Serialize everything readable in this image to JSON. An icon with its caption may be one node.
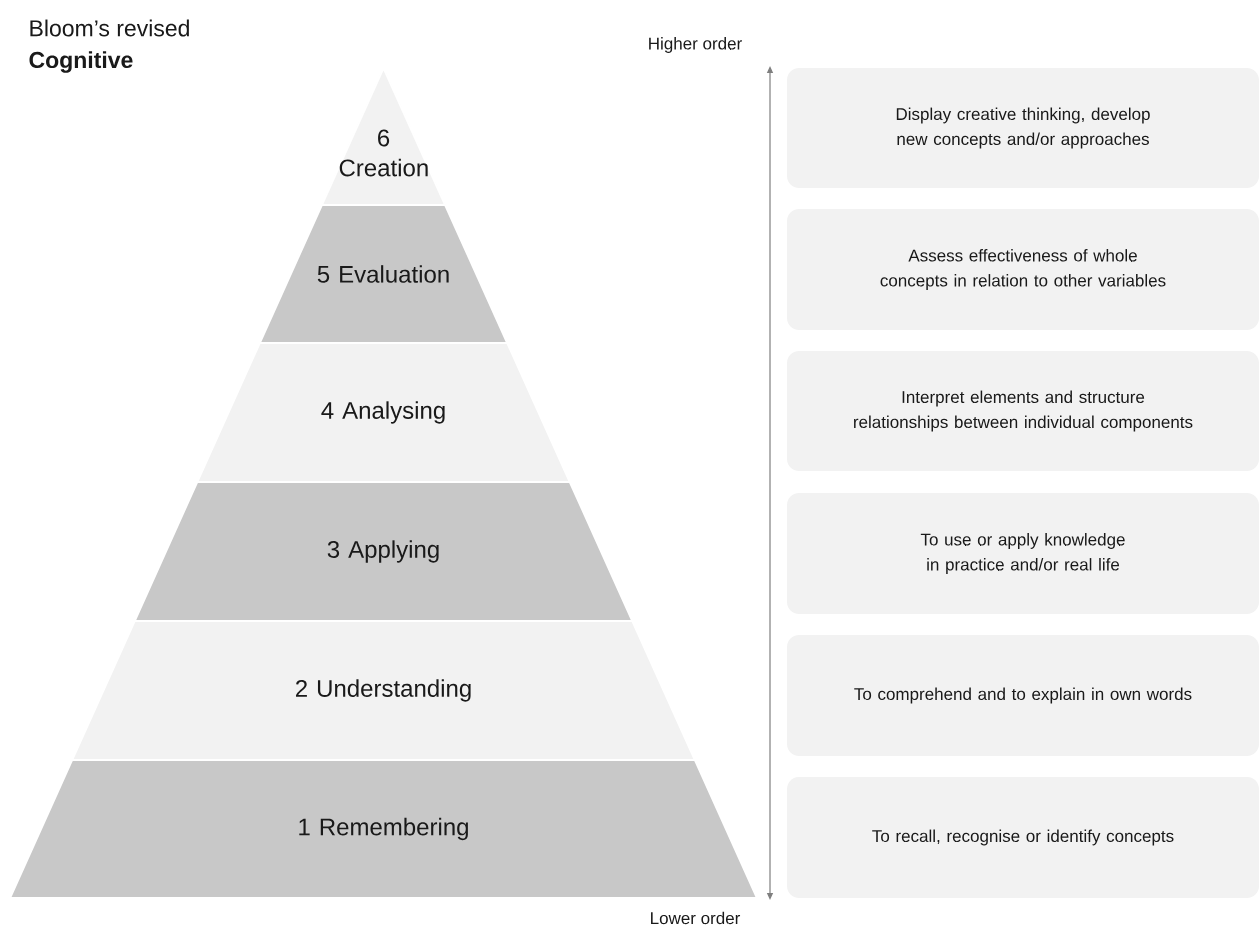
{
  "diagram": {
    "title": "Bloom’s revised",
    "nodes": [
      {
        "text": [
          "6 Creation"
        ]
      },
      {
        "text": [
          "5 Evaluation"
        ]
      },
      {
        "text": [
          "4 Analysing"
        ]
      },
      {
        "text": [
          "3 Applying"
        ]
      },
      {
        "text": [
          "2 Understanding"
        ]
      },
      {
        "text": [
          "1 Remembering"
        ]
      },
      {
        "text": [
          "Display creative thinking, develop new concepts and/or approaches"
        ]
      },
      {
        "text": [
          "Assess effectiveness of whole concepts in relation to other variables"
        ]
      },
      {
        "text": [
          "Interpret elements and structure relationships between individual components"
        ]
      },
      {
        "text": [
          "To use or apply knowledge in practice and/or real life"
        ]
      },
      {
        "text": [
          "To comprehend and to explain in own words"
        ]
      },
      {
        "text": [
          "To recall, recognise or identify concepts"
        ]
      }
    ],
    "labels": [
      "Cognitive",
      "Higher order",
      "Lower order"
    ]
  }
}
